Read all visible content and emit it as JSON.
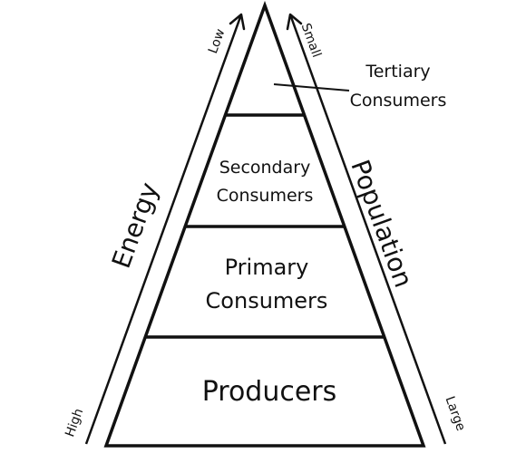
{
  "levels": [
    {
      "line1": "Tertiary",
      "line2": "Consumers"
    },
    {
      "line1": "Secondary",
      "line2": "Consumers"
    },
    {
      "line1": "Primary",
      "line2": "Consumers"
    },
    {
      "line1": "Producers"
    }
  ],
  "left_axis": {
    "label": "Energy",
    "top": "Low",
    "bottom": "High"
  },
  "right_axis": {
    "label": "Population",
    "top": "Small",
    "bottom": "Large"
  },
  "colors": {
    "stroke": "#111111",
    "background": "#ffffff"
  }
}
